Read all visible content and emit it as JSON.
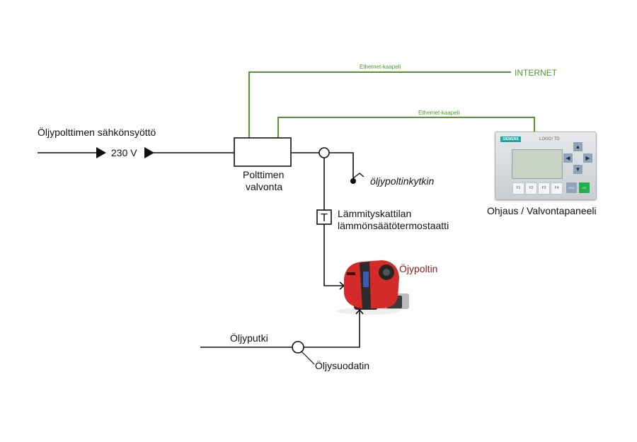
{
  "title": "Öljypolttimen valvonta -kytkentäkaavio",
  "colors": {
    "line": "#111111",
    "ethernet": "#4f9a2c",
    "burner_label": "#8b1a1a",
    "burner_body": "#d42a2a"
  },
  "supply": {
    "label": "Öljypolttimen sähkönsyöttö",
    "voltage": "230 V"
  },
  "monitor_box": {
    "label_line1": "Polttimen",
    "label_line2": "valvonta"
  },
  "ethernet": {
    "cable1_label": "Ethernet-kaapeli",
    "cable2_label": "Ethernet-kaapeli",
    "internet_label": "INTERNET"
  },
  "switch": {
    "label": "öljypoltinkytkin"
  },
  "thermostat": {
    "symbol": "T",
    "label_line1": "Lämmityskattilan",
    "label_line2": "lämmönsäätötermostaatti"
  },
  "burner": {
    "label": "Öjypoltin",
    "icon": "oil-burner-icon"
  },
  "oil_line": {
    "pipe_label": "Öljyputki",
    "filter_label": "Öljysuodatin"
  },
  "panel": {
    "label": "Ohjaus / Valvontapaneeli",
    "brand": "SIEMENS",
    "model": "LOGO! TD",
    "function_keys": [
      "F1",
      "F2",
      "F3",
      "F4"
    ],
    "esc_key": "ESC",
    "ok_key": "OK",
    "arrows": [
      "▲",
      "◀",
      "▶",
      "▼"
    ]
  }
}
